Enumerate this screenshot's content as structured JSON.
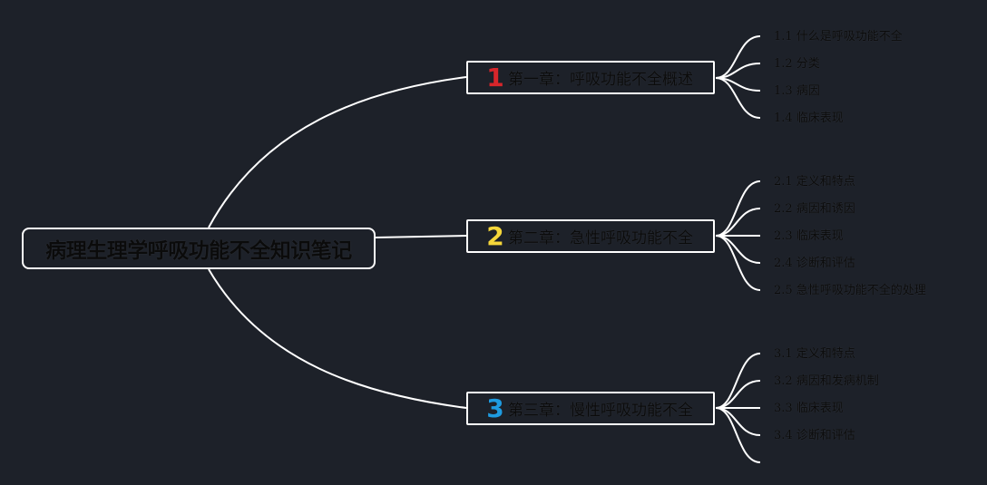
{
  "root": {
    "label": "病理生理学呼吸功能不全知识笔记"
  },
  "chapters": [
    {
      "number": "1",
      "number_color": "#d7262b",
      "label": "第一章：呼吸功能不全概述",
      "sections": [
        "1.1 什么是呼吸功能不全",
        "1.2 分类",
        "1.3 病因",
        "1.4 临床表现"
      ]
    },
    {
      "number": "2",
      "number_color": "#f5d63a",
      "label": "第二章：急性呼吸功能不全",
      "sections": [
        "2.1 定义和特点",
        "2.2 病因和诱因",
        "2.3 临床表现",
        "2.4 诊断和评估",
        "2.5 急性呼吸功能不全的处理"
      ]
    },
    {
      "number": "3",
      "number_color": "#1e9be0",
      "label": "第三章：慢性呼吸功能不全",
      "sections": [
        "3.1 定义和特点",
        "3.2 病因和发病机制",
        "3.3 临床表现",
        "3.4 诊断和评估"
      ]
    }
  ],
  "colors": {
    "background": "#1d2129",
    "line": "#ffffff"
  }
}
